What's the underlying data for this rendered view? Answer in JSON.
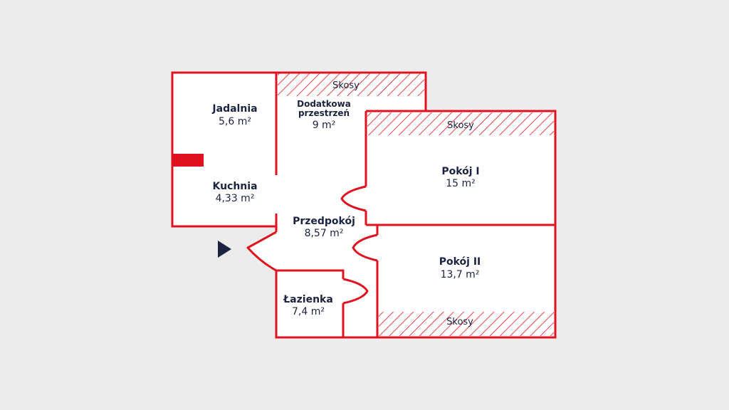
{
  "colors": {
    "wall": "#e0121f",
    "text": "#1a2340",
    "background": "#ececec",
    "room_fill": "#ffffff"
  },
  "icons": {
    "entrance": "entrance-arrow-icon",
    "slope": "hatched-slope-area"
  },
  "rooms": {
    "jadalnia": {
      "name": "Jadalnia",
      "area": "5,6 m²"
    },
    "kuchnia": {
      "name": "Kuchnia",
      "area": "4,33 m²"
    },
    "dodatkowa": {
      "name_line1": "Dodatkowa",
      "name_line2": "przestrzeń",
      "area": "9 m²"
    },
    "pokoj1": {
      "name": "Pokój I",
      "area": "15 m²"
    },
    "przedpokoj": {
      "name": "Przedpokój",
      "area": "8,57 m²"
    },
    "pokoj2": {
      "name": "Pokój II",
      "area": "13,7 m²"
    },
    "lazienka": {
      "name": "Łazienka",
      "area": "7,4 m²"
    }
  },
  "slopes": {
    "dodatkowa": "Skosy",
    "pokoj1": "Skosy",
    "pokoj2": "Skosy"
  }
}
